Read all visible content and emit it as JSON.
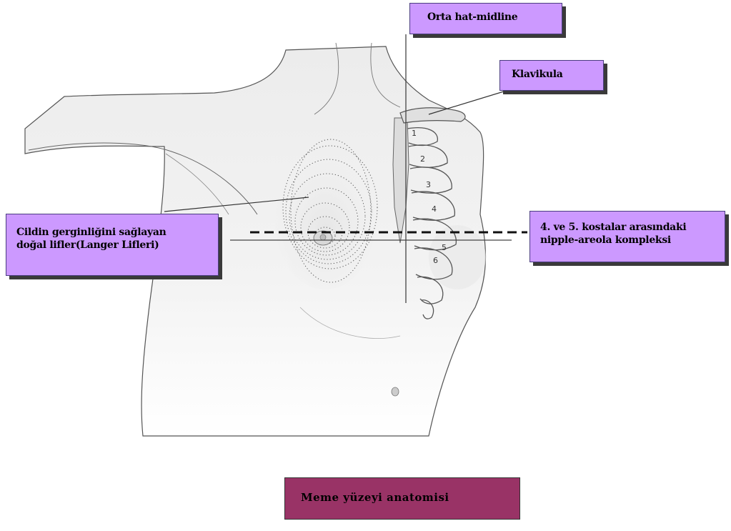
{
  "labels": {
    "midline": "Orta hat-midline",
    "clavicle": "Klavikula",
    "langer_line1": "Cildin gerginliğini sağlayan",
    "langer_line2": "doğal lifler(Langer Lifleri)",
    "nac_line1": "4. ve 5. kostalar arasındaki",
    "nac_line2": "nipple-areola kompleksi"
  },
  "rib_numbers": [
    "1",
    "2",
    "3",
    "4",
    "5",
    "6"
  ],
  "caption": "Meme yüzeyi anatomisi",
  "colors": {
    "label_fill": "#cc99ff",
    "caption_fill": "#993366",
    "label_border": "#4a3d80",
    "shadow": "#3a3a3a"
  }
}
